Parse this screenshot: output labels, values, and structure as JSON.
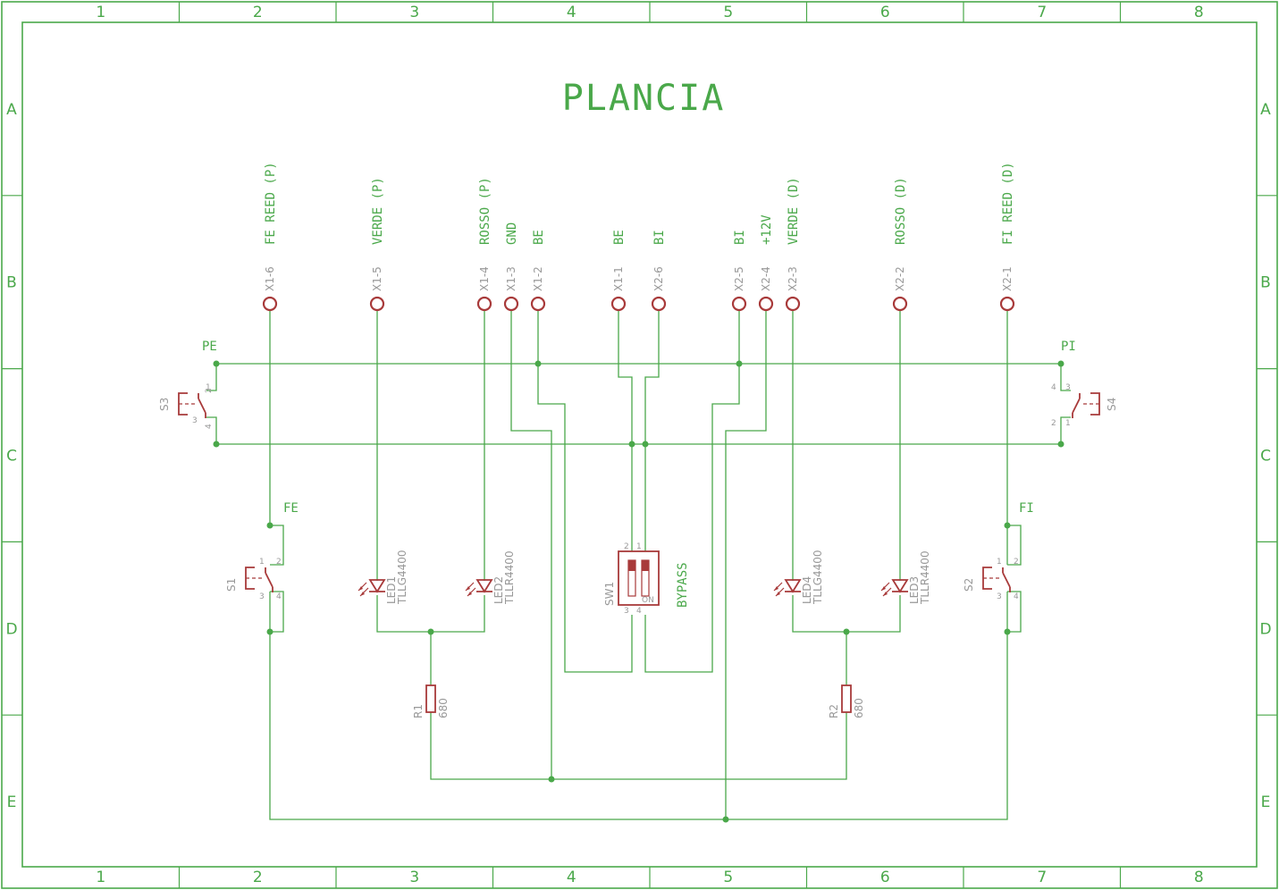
{
  "title": "PLANCIA",
  "frame": {
    "columns": [
      "1",
      "2",
      "3",
      "4",
      "5",
      "6",
      "7",
      "8"
    ],
    "rows": [
      "A",
      "B",
      "C",
      "D",
      "E"
    ]
  },
  "connectors": [
    {
      "id": "X1-6",
      "net": "FE REED (P)"
    },
    {
      "id": "X1-5",
      "net": "VERDE (P)"
    },
    {
      "id": "X1-4",
      "net": "ROSSO (P)"
    },
    {
      "id": "X1-3",
      "net": "GND"
    },
    {
      "id": "X1-2",
      "net": "BE"
    },
    {
      "id": "X1-1",
      "net": "BE"
    },
    {
      "id": "X2-6",
      "net": "BI"
    },
    {
      "id": "X2-5",
      "net": "BI"
    },
    {
      "id": "X2-4",
      "net": "+12V"
    },
    {
      "id": "X2-3",
      "net": "VERDE (D)"
    },
    {
      "id": "X2-2",
      "net": "ROSSO (D)"
    },
    {
      "id": "X2-1",
      "net": "FI REED (D)"
    }
  ],
  "net_labels": {
    "pe": "PE",
    "pi": "PI",
    "fe": "FE",
    "fi": "FI",
    "bypass": "BYPASS"
  },
  "switches": {
    "s3": "S3",
    "s4": "S4",
    "s1": "S1",
    "s2": "S2",
    "pins": {
      "p1": "1",
      "p2": "2",
      "p3": "3",
      "p4": "4"
    }
  },
  "leds": [
    {
      "name": "LED1",
      "value": "TLLG4400"
    },
    {
      "name": "LED2",
      "value": "TLLR4400"
    },
    {
      "name": "LED4",
      "value": "TLLG4400"
    },
    {
      "name": "LED3",
      "value": "TLLR4400"
    }
  ],
  "resistors": [
    {
      "name": "R1",
      "value": "680"
    },
    {
      "name": "R2",
      "value": "680"
    }
  ],
  "dip": {
    "name": "SW1",
    "on_label": "ON",
    "pins": {
      "p1": "1",
      "p2": "2",
      "p3": "3",
      "p4": "4"
    }
  },
  "colors": {
    "wire": "#4aa84a",
    "symbol": "#a83a3a",
    "label_gray": "#999999"
  }
}
